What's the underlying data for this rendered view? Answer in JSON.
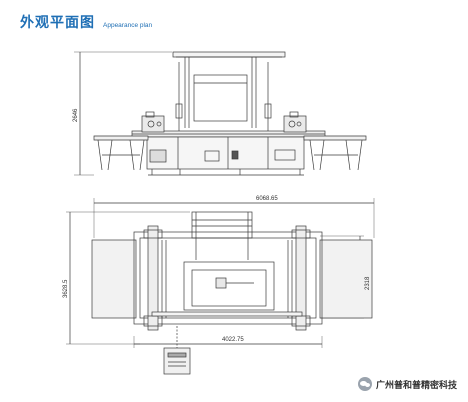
{
  "header": {
    "title_cn": "外观平面图",
    "title_en": "Appearance plan"
  },
  "dimensions": {
    "front_height": "2646",
    "top_width": "6068.65",
    "top_depth": "3628.5",
    "inner_depth": "2318",
    "inner_width": "4022.75"
  },
  "watermark": {
    "text": "广州普和普精密科技",
    "icon": "wechat-icon"
  },
  "colors": {
    "title": "#1f6fb5",
    "line": "#3a3a3a"
  }
}
